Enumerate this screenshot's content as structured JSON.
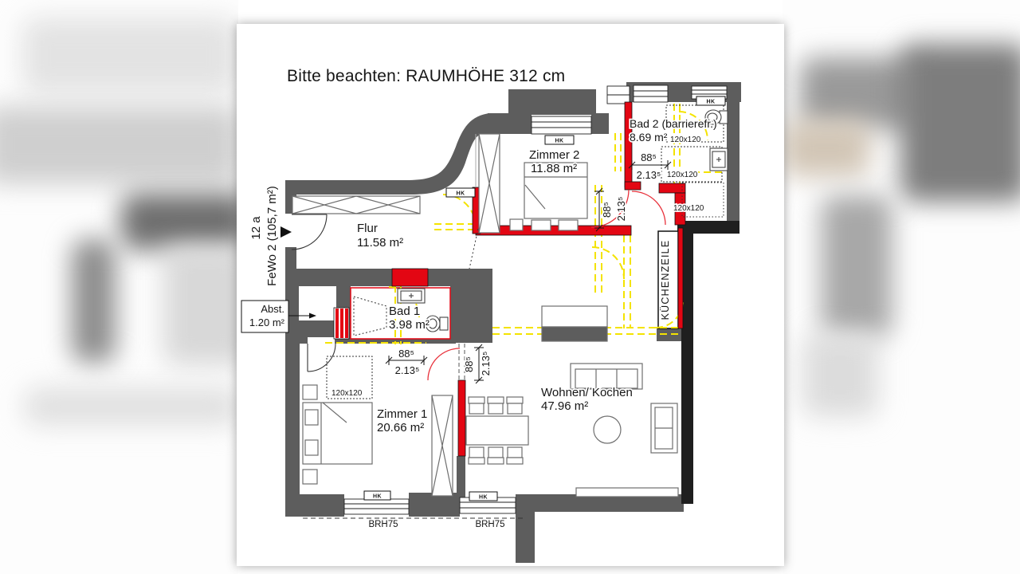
{
  "note": {
    "title": "Bitte beachten: RAUMHÖHE 312 cm"
  },
  "apartment": {
    "street_no": "12 a",
    "unit_label": "FeWo 2 (105,7 m²)"
  },
  "rooms": {
    "flur": {
      "name": "Flur",
      "area": "11.58 m²"
    },
    "zimmer1": {
      "name": "Zimmer 1",
      "area": "20.66 m²"
    },
    "zimmer2": {
      "name": "Zimmer 2",
      "area": "11.88 m²"
    },
    "bad1": {
      "name": "Bad 1",
      "area": "3.98 m²"
    },
    "bad2": {
      "name": "Bad 2 (barrierefr.)",
      "area": "8.69 m²"
    },
    "wohnen_kochen": {
      "name": "Wohnen/ Kochen",
      "area": "47.96 m²"
    },
    "abstellraum": {
      "name": "Abst.",
      "area": "1.20 m²"
    },
    "kuechenzeile": {
      "label": "KÜCHENZEILE"
    }
  },
  "annotations": {
    "door_width": "88⁵",
    "door_height": "2.13⁵",
    "grid_label": "120x120",
    "radiator_label": "HK",
    "window_sill_label": "BRH75"
  },
  "colors": {
    "wall_gray": "#5d5d5d",
    "wall_black": "#1f1f1f",
    "new_wall_red": "#e30613",
    "demolition_yellow": "#f4e300"
  }
}
